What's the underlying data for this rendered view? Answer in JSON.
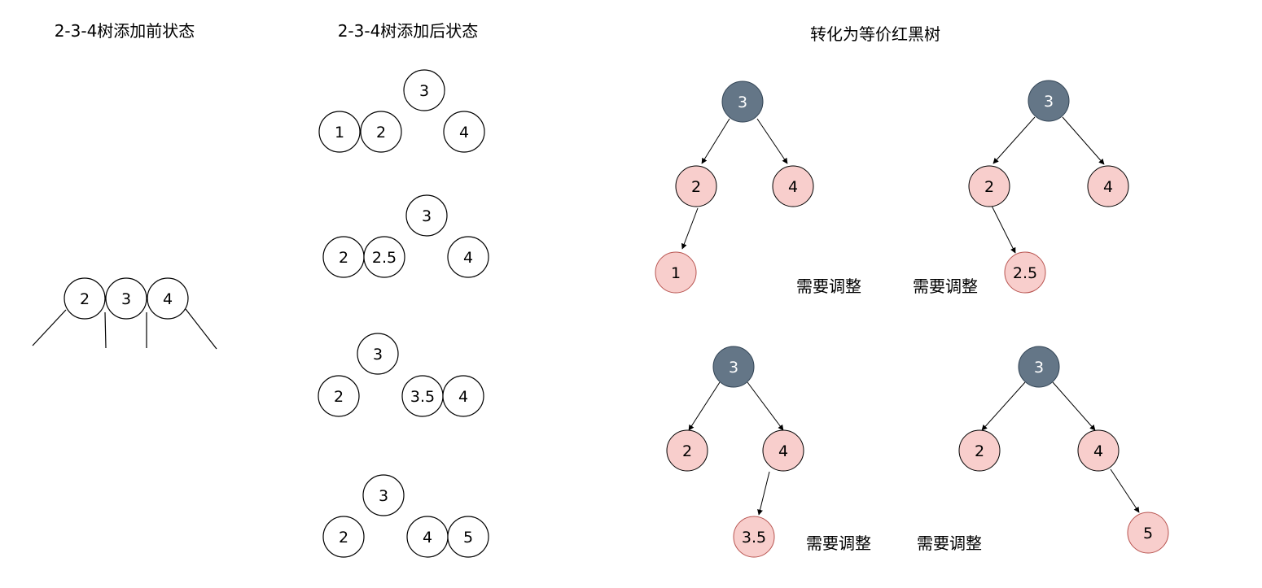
{
  "colors": {
    "black_node": "#647687",
    "black_node_stroke": "#314354",
    "red_node": "#f8cecc",
    "red_node_stroke": "#b85450",
    "plain_node": "#ffffff",
    "line": "#000000"
  },
  "titles": {
    "before": "2-3-4树添加前状态",
    "after": "2-3-4树添加后状态",
    "convert": "转化为等价红黑树"
  },
  "before_nodes": [
    "2",
    "3",
    "4"
  ],
  "after_states": [
    {
      "top": "3",
      "left": [
        "1",
        "2"
      ],
      "right": [
        "4"
      ]
    },
    {
      "top": "3",
      "left": [
        "2",
        "2.5"
      ],
      "right": [
        "4"
      ]
    },
    {
      "top": "3",
      "left": [
        "2"
      ],
      "right": [
        "3.5",
        "4"
      ]
    },
    {
      "top": "3",
      "left": [
        "2"
      ],
      "right": [
        "4",
        "5"
      ]
    }
  ],
  "rb_trees": [
    {
      "root": "3",
      "left": "2",
      "right": "4",
      "new": "1",
      "note": "需要调整"
    },
    {
      "root": "3",
      "left": "2",
      "right": "4",
      "new": "2.5",
      "note": "需要调整"
    },
    {
      "root": "3",
      "left": "2",
      "right": "4",
      "new": "3.5",
      "note": "需要调整"
    },
    {
      "root": "3",
      "left": "2",
      "right": "4",
      "new": "5",
      "note": "需要调整"
    }
  ]
}
